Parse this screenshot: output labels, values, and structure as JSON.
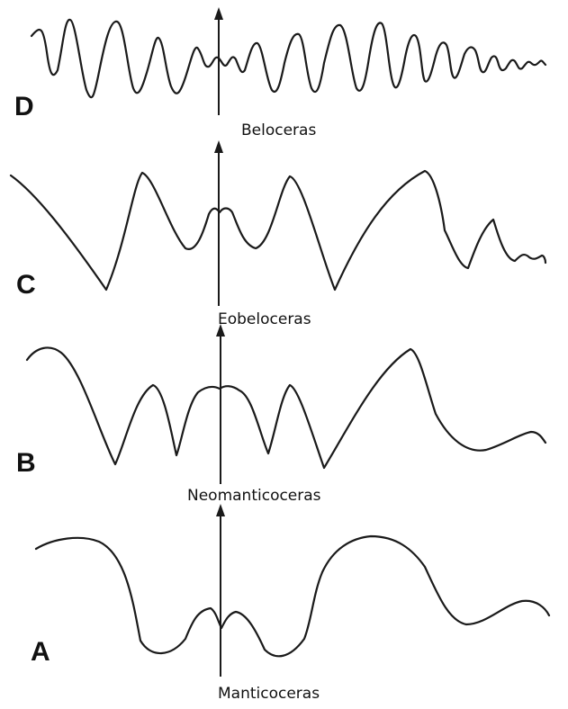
{
  "panels": [
    {
      "letter": "D",
      "genus": "Beloceras"
    },
    {
      "letter": "C",
      "genus": "Eobeloceras"
    },
    {
      "letter": "B",
      "genus": "Neomanticoceras"
    },
    {
      "letter": "A",
      "genus": "Manticoceras"
    }
  ],
  "colors": {
    "ink": "#1a1a1a",
    "background": "#ffffff"
  }
}
